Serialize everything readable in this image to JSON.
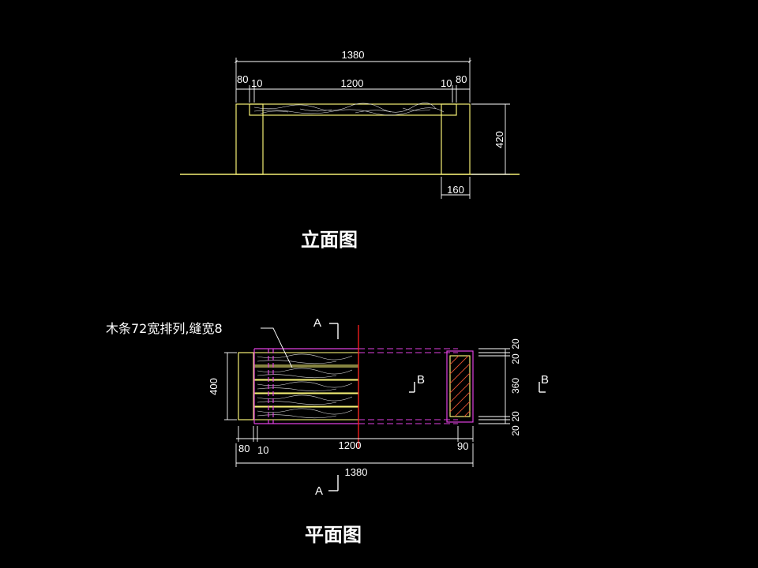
{
  "colors": {
    "background": "#000000",
    "dimension": "#ffffff",
    "outline": "#f5ef76",
    "plan_outline": "#e040e0",
    "section_line": "#ff2020",
    "hatch": "#e05030"
  },
  "elevation": {
    "title": "立面图",
    "dim_total": "1380",
    "dim_left_leg": "80",
    "dim_left_gap": "10",
    "dim_seat": "1200",
    "dim_right_gap": "10",
    "dim_right_leg": "80",
    "dim_height": "420",
    "dim_leg_width": "160"
  },
  "plan": {
    "title": "平面图",
    "note": "木条72宽排列,缝宽8",
    "section_a_top": "A",
    "section_a_bottom": "A",
    "section_b_left": "B",
    "section_b_right": "B",
    "dim_depth": "400",
    "dim_left_leg": "80",
    "dim_left_gap": "10",
    "dim_seat": "1200",
    "dim_right": "90",
    "dim_total": "1380",
    "dim_right_stack": {
      "top_a": "20",
      "top_b": "20",
      "middle": "360",
      "bottom_a": "20",
      "bottom_b": "20"
    }
  }
}
